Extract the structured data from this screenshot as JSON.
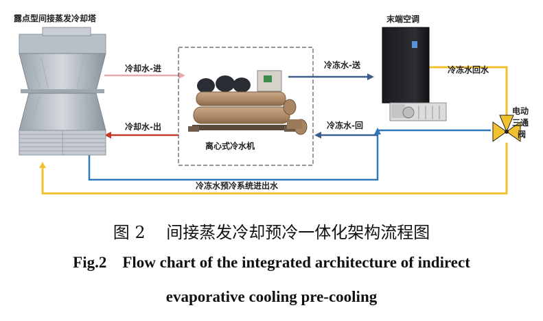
{
  "components": {
    "cooling_tower": "露点型间接蒸发冷却塔",
    "chiller": "离心式冷水机",
    "terminal_ac": "末端空调",
    "valve": [
      "电动",
      "三通",
      "阀"
    ]
  },
  "flows": {
    "cooling_water_in": "冷却水-进",
    "cooling_water_out": "冷却水-出",
    "chilled_water_supply": "冷冻水-送",
    "chilled_water_return": "冷冻水-回",
    "chilled_water_back": "冷冻水回水",
    "precooling": "冷冻水预冷系统进出水"
  },
  "colors": {
    "cooling_water_in": "#e7a9a9",
    "cooling_water_out": "#c8382a",
    "chilled_water": "#3b5e8c",
    "loop_blue": "#2f79b8",
    "loop_gold": "#f2c12e"
  },
  "caption": {
    "cn_label": "图 2",
    "cn_title": "间接蒸发冷却预冷一体化架构流程图",
    "en_label": "Fig.2",
    "en_line1": "Flow chart of the integrated architecture of indirect",
    "en_line2": "evaporative cooling pre-cooling"
  }
}
